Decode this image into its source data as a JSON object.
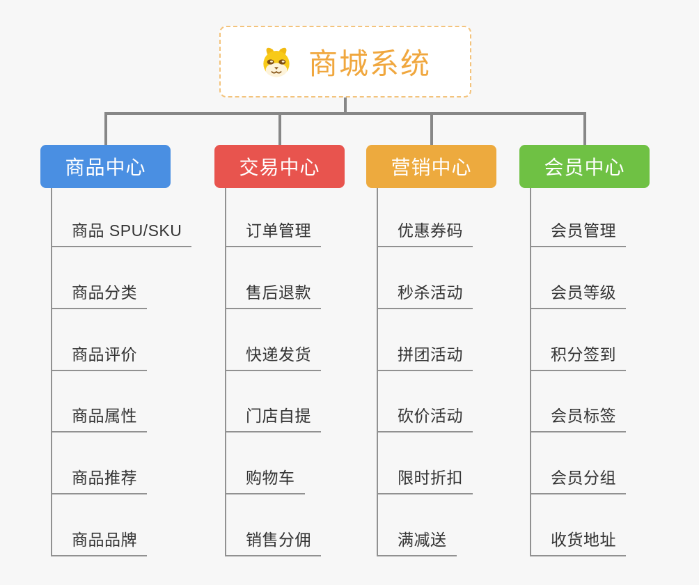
{
  "root": {
    "title": "商城系统",
    "icon": "dog-face-icon",
    "title_color": "#f0a73e",
    "border_color": "#f3c37c"
  },
  "branches": [
    {
      "label": "商品中心",
      "color": "#4a8fe2",
      "items": [
        "商品 SPU/SKU",
        "商品分类",
        "商品评价",
        "商品属性",
        "商品推荐",
        "商品品牌"
      ]
    },
    {
      "label": "交易中心",
      "color": "#e8544e",
      "items": [
        "订单管理",
        "售后退款",
        "快递发货",
        "门店自提",
        "购物车",
        "销售分佣"
      ]
    },
    {
      "label": "营销中心",
      "color": "#edaa3e",
      "items": [
        "优惠券码",
        "秒杀活动",
        "拼团活动",
        "砍价活动",
        "限时折扣",
        "满减送"
      ]
    },
    {
      "label": "会员中心",
      "color": "#6fc144",
      "items": [
        "会员管理",
        "会员等级",
        "积分签到",
        "会员标签",
        "会员分组",
        "收货地址"
      ]
    }
  ],
  "connector_color": "#878787",
  "leaf_line_color": "#919191",
  "background_color": "#f7f7f7"
}
